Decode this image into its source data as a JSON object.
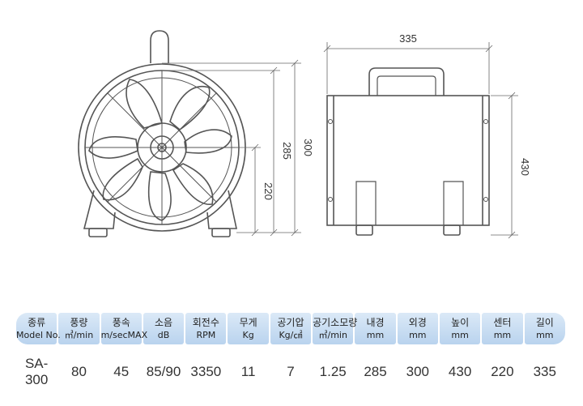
{
  "dimensions": {
    "front_height_outer": "300",
    "front_height_inner": "285",
    "center_height": "220",
    "side_width": "335",
    "side_height": "430"
  },
  "spec_table": {
    "headers": [
      {
        "label": "종류",
        "unit": "Model No."
      },
      {
        "label": "풍량",
        "unit": "㎥/min"
      },
      {
        "label": "풍속",
        "unit": "m/secMAX"
      },
      {
        "label": "소음",
        "unit": "dB"
      },
      {
        "label": "회전수",
        "unit": "RPM"
      },
      {
        "label": "무게",
        "unit": "Kg"
      },
      {
        "label": "공기압",
        "unit": "Kg/㎠"
      },
      {
        "label": "공기소모량",
        "unit": "㎥/min"
      },
      {
        "label": "내경",
        "unit": "mm"
      },
      {
        "label": "외경",
        "unit": "mm"
      },
      {
        "label": "높이",
        "unit": "mm"
      },
      {
        "label": "센터",
        "unit": "mm"
      },
      {
        "label": "길이",
        "unit": "mm"
      }
    ],
    "row": [
      "SA-300",
      "80",
      "45",
      "85/90",
      "3350",
      "11",
      "7",
      "1.25",
      "285",
      "300",
      "430",
      "220",
      "335"
    ]
  },
  "colors": {
    "line": "#555555",
    "header_top": "#dbe9f7",
    "header_bottom": "#b9d3ee"
  }
}
